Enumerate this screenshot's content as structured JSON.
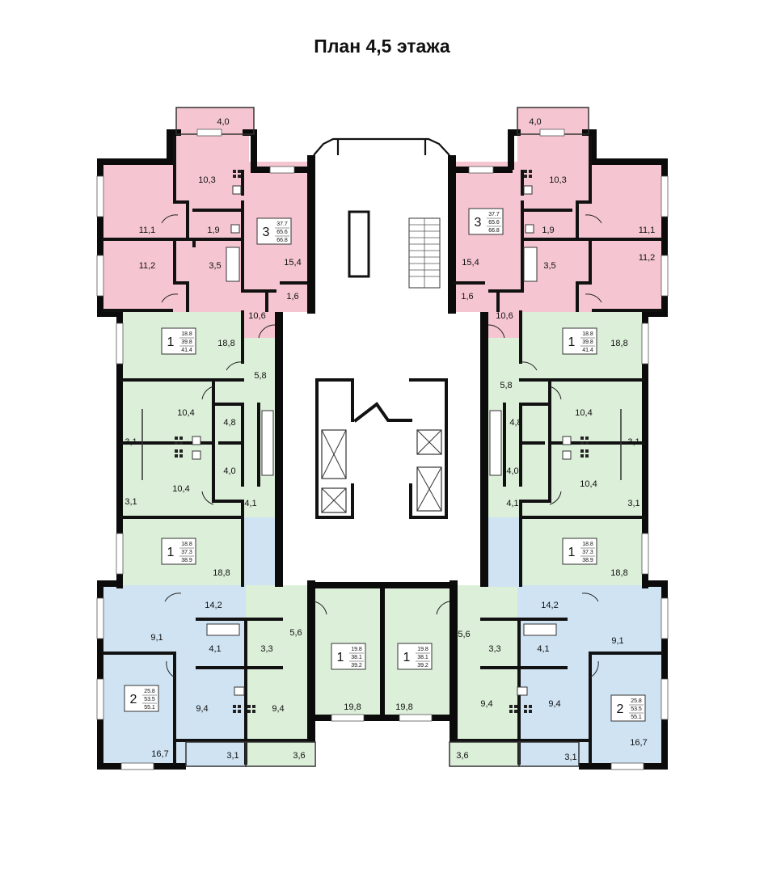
{
  "title": "План 4,5 этажа",
  "colors": {
    "pink": "#f5c6d1",
    "green": "#dcefd9",
    "blue": "#cfe3f3",
    "wall": "#0b0b0b"
  },
  "rooms": {
    "tl_balcony": "4,0",
    "tl_kitchen": "10,3",
    "tl_room1": "11,1",
    "tl_room2": "11,2",
    "tl_wc": "1,9",
    "tl_bath": "3,5",
    "tl_living": "15,4",
    "tl_hall": "10,6",
    "tl_closet": "1,6",
    "tr_balcony": "4,0",
    "tr_kitchen": "10,3",
    "tr_room1": "11,1",
    "tr_room2": "11,2",
    "tr_wc": "1,9",
    "tr_bath": "3,5",
    "tr_living": "15,4",
    "tr_hall": "10,6",
    "tr_closet": "1,6",
    "l1_room": "18,8",
    "l_hall": "5,8",
    "l_kitchen_top": "10,4",
    "l_bal_top": "3,1",
    "l_bath_top": "4,8",
    "l_bath_bot": "4,0",
    "l_kitchen_bot": "10,4",
    "l_bal_bot": "3,1",
    "l_hall_bot": "4,1",
    "l2_room": "18,8",
    "r1_room": "18,8",
    "r_hall": "5,8",
    "r_kitchen_top": "10,4",
    "r_bal_top": "3,1",
    "r_bath_top": "4,8",
    "r_bath_bot": "4,0",
    "r_kitchen_bot": "10,4",
    "r_bal_bot": "3,1",
    "r_hall_bot": "4,1",
    "r2_room": "18,8",
    "bl_hall": "14,2",
    "bl_room1": "9,1",
    "bl_bath": "4,1",
    "bl_wc": "3,3",
    "bl_kitchen": "9,4",
    "bl_room2": "16,7",
    "bl_bal": "3,1",
    "bg_hall": "5,6",
    "bg_kitchen": "9,4",
    "bg_bal": "3,6",
    "bc_left": "19,8",
    "bc_right": "19,8",
    "br_hall": "14,2",
    "br_room1": "9,1",
    "br_bath": "4,1",
    "br_wc": "3,3",
    "br_kitchen": "9,4",
    "br_room2": "16,7",
    "br_bal": "3,1",
    "bgr_hall": "5,6",
    "bgr_kitchen": "9,4",
    "bgr_bal": "3,6"
  },
  "apartments": {
    "a_tl": {
      "rooms": "3",
      "living": "37.7",
      "useful": "65.6",
      "total": "66.8"
    },
    "a_tr": {
      "rooms": "3",
      "living": "37.7",
      "useful": "65.6",
      "total": "66.8"
    },
    "a_l1": {
      "rooms": "1",
      "living": "18.8",
      "useful": "39.8",
      "total": "41.4"
    },
    "a_r1": {
      "rooms": "1",
      "living": "18.8",
      "useful": "39.8",
      "total": "41.4"
    },
    "a_l2": {
      "rooms": "1",
      "living": "18.8",
      "useful": "37.3",
      "total": "38.9"
    },
    "a_r2": {
      "rooms": "1",
      "living": "18.8",
      "useful": "37.3",
      "total": "38.9"
    },
    "a_bl": {
      "rooms": "2",
      "living": "25.8",
      "useful": "53.5",
      "total": "55.1"
    },
    "a_br": {
      "rooms": "2",
      "living": "25.8",
      "useful": "53.5",
      "total": "55.1"
    },
    "a_bcl": {
      "rooms": "1",
      "living": "19.8",
      "useful": "38.1",
      "total": "39.2"
    },
    "a_bcr": {
      "rooms": "1",
      "living": "19.8",
      "useful": "38.1",
      "total": "39.2"
    }
  }
}
